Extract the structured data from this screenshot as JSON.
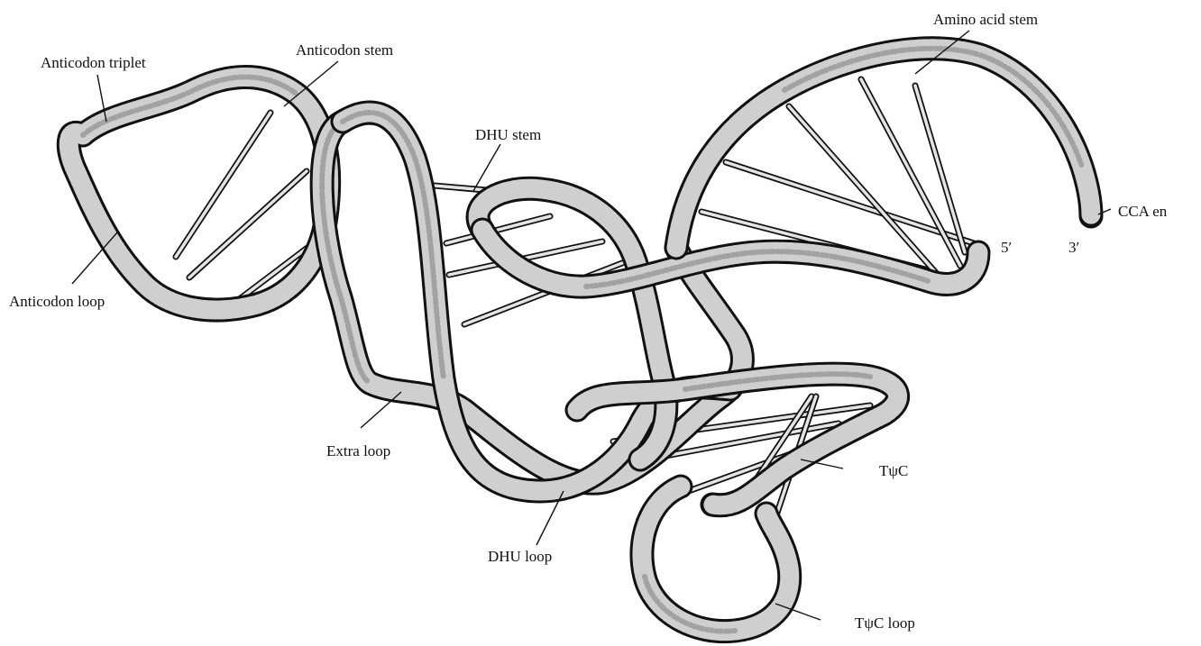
{
  "labels": {
    "anticodon_triplet": "Anticodon triplet",
    "anticodon_stem": "Anticodon stem",
    "anticodon_loop": "Anticodon loop",
    "dhu_stem": "DHU stem",
    "amino_acid_stem": "Amino acid stem",
    "cca_end": "CCA en",
    "five_prime": "5′",
    "three_prime": "3′",
    "extra_loop": "Extra loop",
    "dhu_loop": "DHU loop",
    "tpsic": "TψC",
    "tpsic_loop": "TψC loop"
  }
}
